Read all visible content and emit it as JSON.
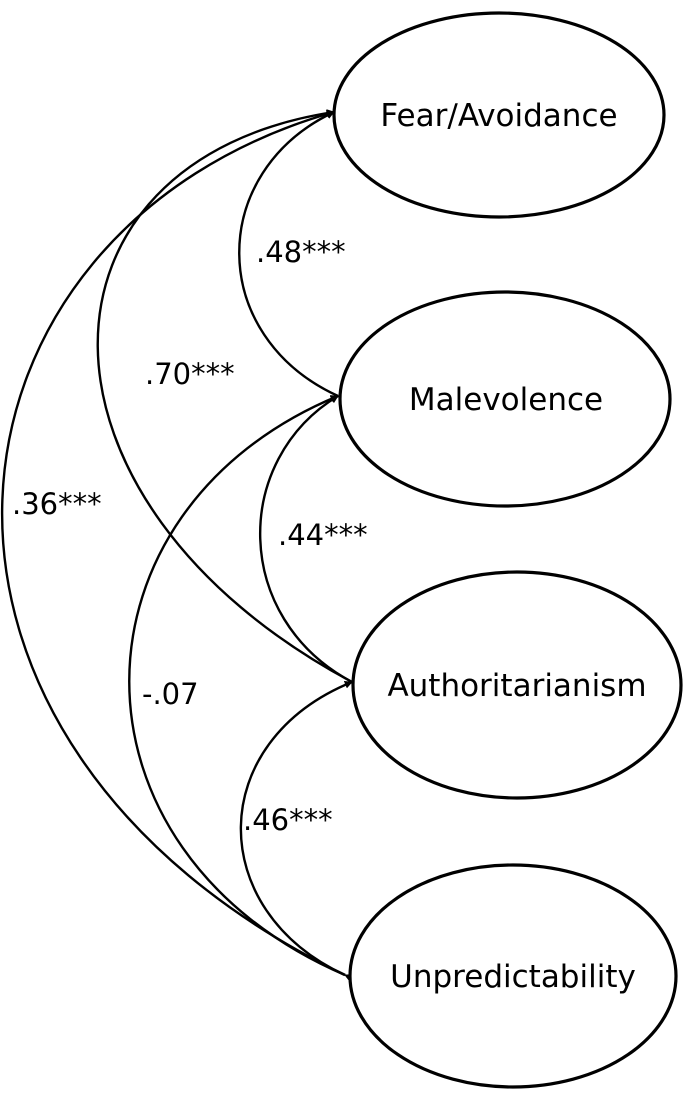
{
  "nodes": [
    {
      "id": "fear",
      "label": "Fear/Avoidance"
    },
    {
      "id": "malevolence",
      "label": "Malevolence"
    },
    {
      "id": "authoritarianism",
      "label": "Authoritarianism"
    },
    {
      "id": "unpredictability",
      "label": "Unpredictability"
    }
  ],
  "correlations": [
    {
      "from": "fear",
      "to": "malevolence",
      "label": ".48***"
    },
    {
      "from": "fear",
      "to": "authoritarianism",
      "label": ".70***"
    },
    {
      "from": "fear",
      "to": "unpredictability",
      "label": ".36***"
    },
    {
      "from": "malevolence",
      "to": "authoritarianism",
      "label": ".44***"
    },
    {
      "from": "malevolence",
      "to": "unpredictability",
      "label": "-.07"
    },
    {
      "from": "authoritarianism",
      "to": "unpredictability",
      "label": ".46***"
    }
  ]
}
